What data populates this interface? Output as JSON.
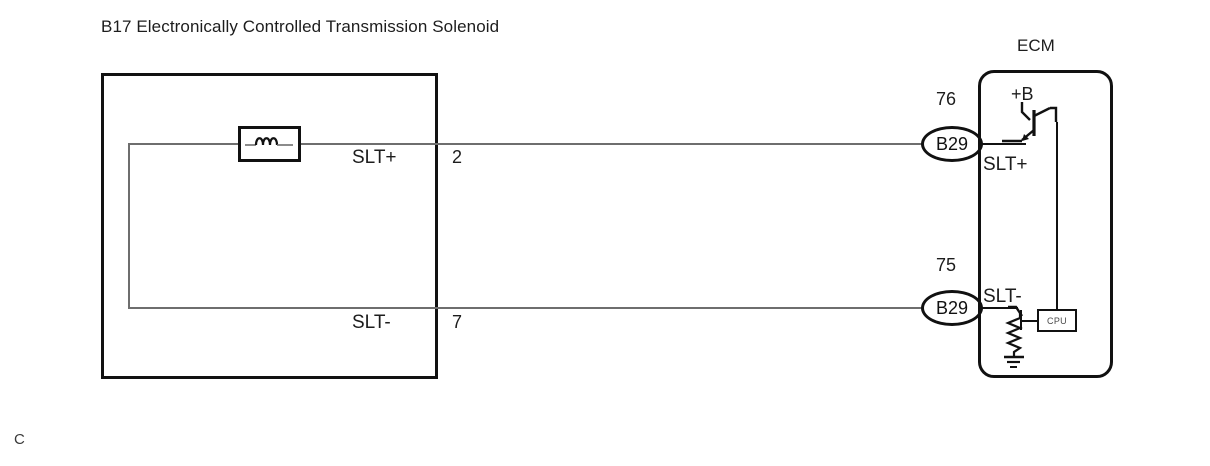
{
  "diagram": {
    "title": "B17 Electronically Controlled Transmission Solenoid",
    "page_code": "C",
    "type": "automotive-wiring-diagram"
  },
  "solenoid": {
    "component_name": "B17 Electronically Controlled Transmission Solenoid",
    "coil_symbol": "inductor-coil",
    "terminals": [
      {
        "signal": "SLT+",
        "pin": "2"
      },
      {
        "signal": "SLT-",
        "pin": "7"
      }
    ]
  },
  "connectors": [
    {
      "number": "76",
      "name": "B29",
      "signal": "SLT+"
    },
    {
      "number": "75",
      "name": "B29",
      "signal": "SLT-"
    }
  ],
  "ecm": {
    "label": "ECM",
    "power_label": "+B",
    "cpu_label": "CPU",
    "signals": [
      {
        "name": "SLT+"
      },
      {
        "name": "SLT-"
      }
    ],
    "internal_symbols": [
      "transistor",
      "resistor",
      "ground",
      "cpu-block"
    ]
  },
  "colors": {
    "line": "#111111",
    "wire": "#6e6e6e",
    "text": "#1d1d1d",
    "background": "#ffffff"
  }
}
